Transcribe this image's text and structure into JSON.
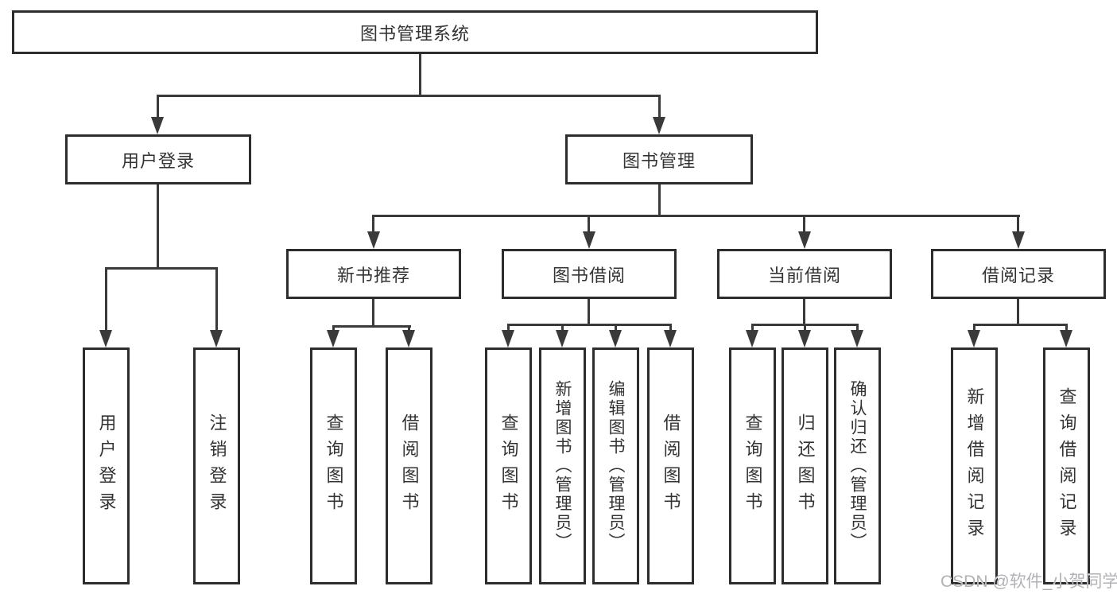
{
  "title": "图书管理系统",
  "nodes": {
    "level2": [
      "用户登录",
      "图书管理"
    ],
    "level3": [
      "新书推荐",
      "图书借阅",
      "当前借阅",
      "借阅记录"
    ],
    "user_login_children": [
      "用户登录",
      "注销登录"
    ],
    "new_book_children": [
      "查询图书",
      "借阅图书"
    ],
    "book_borrow_children": [
      "查询图书",
      "新增图书（管理员）",
      "编辑图书（管理员）",
      "借阅图书"
    ],
    "current_borrow_children": [
      "查询图书",
      "归还图书",
      "确认归还（管理员）"
    ],
    "borrow_record_children": [
      "新增借阅记录",
      "查询借阅记录"
    ]
  },
  "watermark": "CSDN @软件_小贺同学",
  "colors": {
    "line": "#3a3a3a",
    "border": "#2d2d2d",
    "text": "#333333",
    "watermark": "#b2b2b6",
    "background": "#ffffff"
  }
}
